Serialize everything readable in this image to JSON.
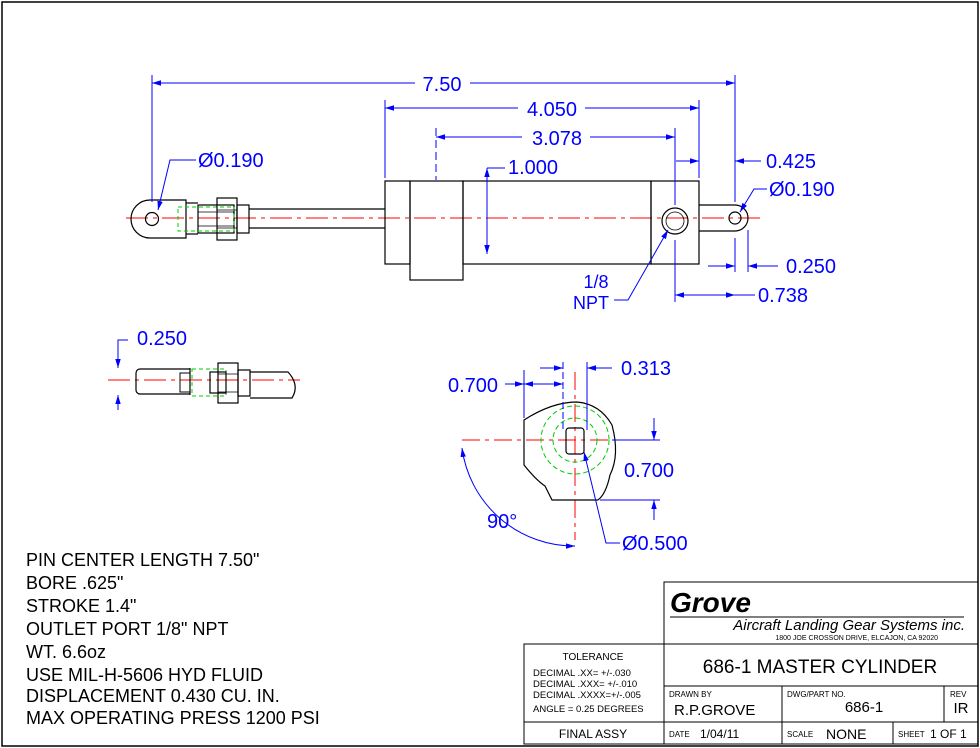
{
  "dimensions": {
    "pin_center_length": "7.50",
    "body_length": "4.050",
    "port_offset": "3.078",
    "bore_dia": "1.000",
    "rod_pin_dia": "Ø0.190",
    "end_pin_dia": "Ø0.190",
    "end_offset": "0.425",
    "end_width": "0.250",
    "port_to_pin": "0.738",
    "clevis_slot": "0.250",
    "port_label_1": "1/8",
    "port_label_2": "NPT",
    "end_view_w": "0.700",
    "end_view_off": "0.313",
    "end_view_h": "0.700",
    "end_view_hole": "Ø0.500",
    "angle": "90°"
  },
  "notes": [
    "PIN CENTER LENGTH 7.50\"",
    "BORE .625\"",
    "STROKE 1.4\"",
    "OUTLET PORT 1/8\" NPT",
    "WT. 6.6oz",
    "USE MIL-H-5606 HYD FLUID",
    "DISPLACEMENT 0.430 CU. IN.",
    "MAX OPERATING PRESS 1200 PSI"
  ],
  "title_block": {
    "logo": "Grove",
    "company": "Aircraft Landing Gear Systems inc.",
    "address": "1800 JOE CROSSON DRIVE, ELCAJON, CA 92020",
    "title": "686-1 MASTER CYLINDER",
    "tolerance_header": "TOLERANCE",
    "tolerances": [
      "DECIMAL .XX=  +/-.030",
      "DECIMAL .XXX= +/-.010",
      "DECIMAL .XXXX=+/-.005",
      "ANGLE = 0.25 DEGREES"
    ],
    "final_assy": "FINAL ASSY",
    "drawn_by_label": "DRAWN BY",
    "drawn_by": "R.P.GROVE",
    "part_no_label": "DWG/PART NO.",
    "part_no": "686-1",
    "rev_label": "REV",
    "rev": "IR",
    "date_label": "DATE",
    "date": "1/04/11",
    "scale_label": "SCALE",
    "scale": "NONE",
    "sheet_label": "SHEET",
    "sheet": "1 OF 1"
  },
  "colors": {
    "dimension": "#0000ff",
    "centerline": "#ff0000",
    "hidden": "#00cc00",
    "outline": "#000000"
  }
}
